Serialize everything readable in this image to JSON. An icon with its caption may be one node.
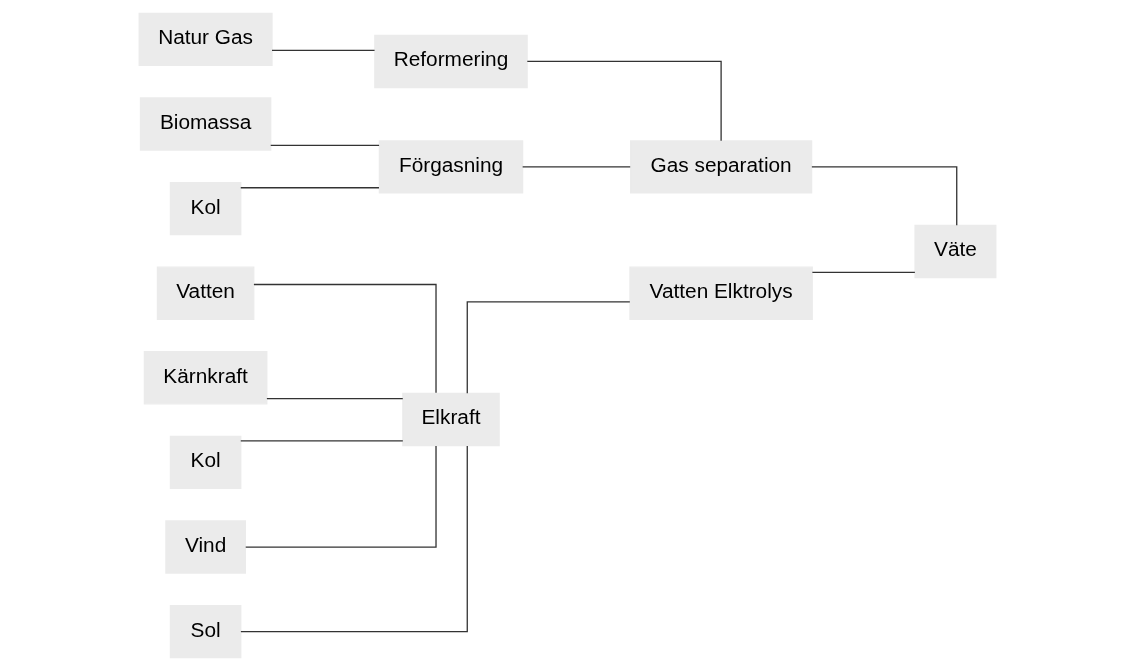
{
  "diagram": {
    "nodes": [
      {
        "text": [
          "Kol"
        ]
      },
      {
        "text": [
          "Biomassa"
        ]
      },
      {
        "text": [
          "Natur Gas"
        ]
      },
      {
        "text": [
          "Kol"
        ]
      },
      {
        "text": [
          "Vind"
        ]
      },
      {
        "text": [
          "Sol"
        ]
      },
      {
        "text": [
          "Vatten"
        ]
      },
      {
        "text": [
          "Kärnkraft"
        ]
      },
      {
        "text": [
          "Förgasning"
        ]
      },
      {
        "text": [
          "Reformering"
        ]
      },
      {
        "text": [
          "Elkraft"
        ]
      },
      {
        "text": [
          "Gas separation"
        ]
      },
      {
        "text": [
          "Vatten Elktrolys"
        ]
      },
      {
        "text": [
          "Väte"
        ]
      }
    ],
    "edges": [
      {
        "from": 0,
        "to": 8,
        "arrow": "none"
      },
      {
        "from": 1,
        "to": 8,
        "arrow": "none"
      },
      {
        "from": 2,
        "to": 9,
        "arrow": "none"
      },
      {
        "from": 3,
        "to": 10,
        "arrow": "none"
      },
      {
        "from": 4,
        "to": 10,
        "arrow": "none"
      },
      {
        "from": 5,
        "to": 10,
        "arrow": "none"
      },
      {
        "from": 6,
        "to": 10,
        "arrow": "none"
      },
      {
        "from": 7,
        "to": 10,
        "arrow": "none"
      },
      {
        "from": 8,
        "to": 11,
        "arrow": "none"
      },
      {
        "from": 9,
        "to": 11,
        "arrow": "none"
      },
      {
        "from": 10,
        "to": 12,
        "arrow": "none"
      },
      {
        "from": 11,
        "to": 13,
        "arrow": "none"
      },
      {
        "from": 12,
        "to": 13,
        "arrow": "none"
      }
    ]
  }
}
